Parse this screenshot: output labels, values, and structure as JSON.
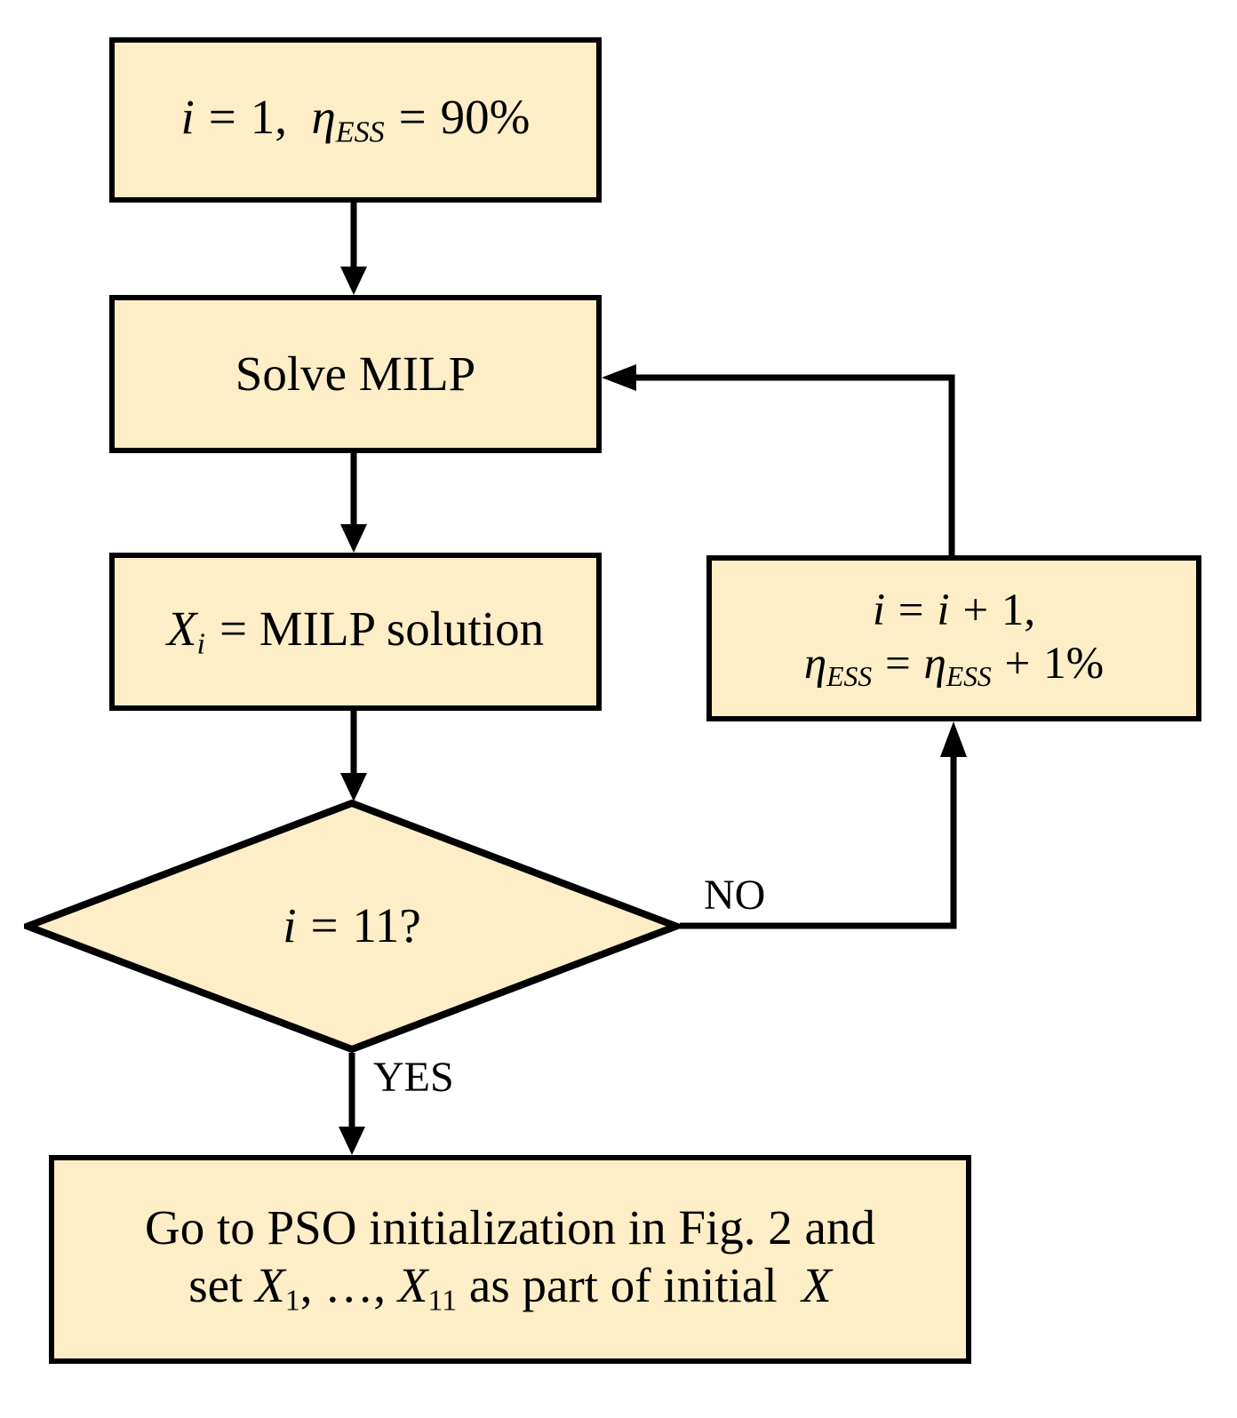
{
  "diagram": {
    "type": "flowchart",
    "title": "MILP initialization loop for PSO",
    "colors": {
      "node_fill": "#fdeec8",
      "node_border": "#000000",
      "connector": "#000000",
      "background": "#ffffff",
      "text": "#000000"
    },
    "nodes": [
      {
        "id": "init",
        "shape": "rectangle",
        "text_plain": "i = 1, ηESS = 90%",
        "parts": {
          "var_i": "i",
          "eq": "=",
          "one": "1",
          "comma": ",",
          "eta": "η",
          "eta_sub": "ESS",
          "eq2": "=",
          "value": "90%"
        }
      },
      {
        "id": "solve",
        "shape": "rectangle",
        "text_plain": "Solve MILP",
        "label": "Solve MILP"
      },
      {
        "id": "assign",
        "shape": "rectangle",
        "text_plain": "Xi = MILP solution",
        "parts": {
          "var_x": "X",
          "x_sub": "i",
          "eq": "=",
          "rest": "MILP solution"
        }
      },
      {
        "id": "increment",
        "shape": "rectangle",
        "text_plain": "i = i + 1, ηESS = ηESS + 1%",
        "line1": {
          "var_i": "i",
          "eq": "=",
          "var_i2": "i",
          "plus": "+",
          "one": "1",
          "comma": ","
        },
        "line2": {
          "eta": "η",
          "eta_sub": "ESS",
          "eq": "=",
          "eta2": "η",
          "eta2_sub": "ESS",
          "plus": "+",
          "value": "1%"
        }
      },
      {
        "id": "decision",
        "shape": "diamond",
        "text_plain": "i = 11?",
        "parts": {
          "var_i": "i",
          "eq": "=",
          "value": "11?"
        }
      },
      {
        "id": "goto",
        "shape": "rectangle",
        "text_plain": "Go to PSO initialization in Fig. 2 and set X1, …, X11 as part of initial X",
        "line1": "Go to PSO initialization  in  Fig. 2 and",
        "line2": {
          "set": "set",
          "var_x": "X",
          "x_sub": "1",
          "ellipsis": ", …, ",
          "var_x2": "X",
          "x2_sub": "11",
          "rest": "as part of initial",
          "var_x3": "X"
        }
      }
    ],
    "edges": [
      {
        "from": "init",
        "to": "solve",
        "label": ""
      },
      {
        "from": "solve",
        "to": "assign",
        "label": ""
      },
      {
        "from": "assign",
        "to": "decision",
        "label": ""
      },
      {
        "from": "decision",
        "to": "increment",
        "label": "NO"
      },
      {
        "from": "increment",
        "to": "solve",
        "label": ""
      },
      {
        "from": "decision",
        "to": "goto",
        "label": "YES"
      }
    ],
    "edge_labels": {
      "no": "NO",
      "yes": "YES"
    }
  }
}
